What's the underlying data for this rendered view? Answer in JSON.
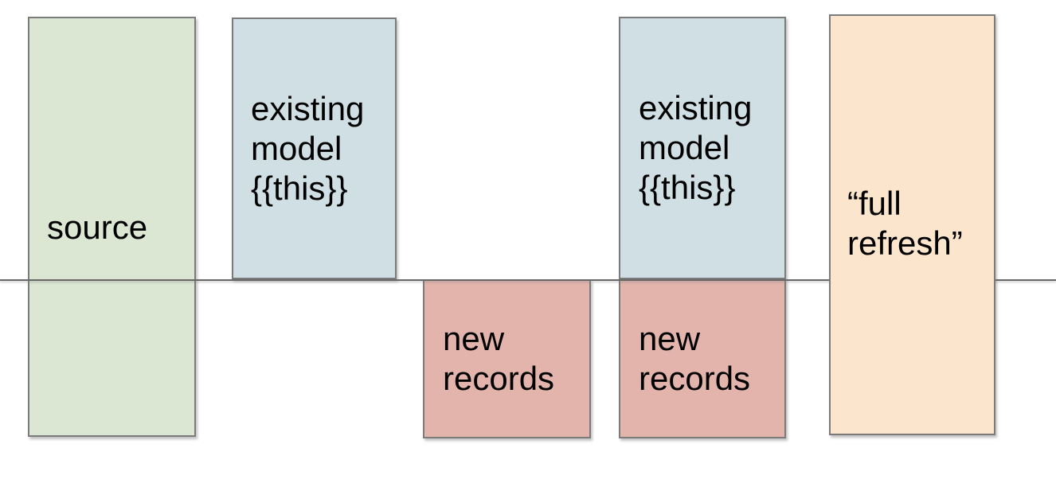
{
  "diagram": {
    "background": "#ffffff",
    "border_color": "#7b7b7b",
    "timeline": {
      "name": "existing-vs-new-records-divider",
      "color": "#686868"
    },
    "boxes": [
      {
        "id": "source",
        "label": "source",
        "fill": "#dbe7d3"
      },
      {
        "id": "existing-model-1",
        "label": "existing\nmodel\n{{this}}",
        "fill": "#d0dfe3"
      },
      {
        "id": "new-records-1",
        "label": "new\nrecords",
        "fill": "#e2b4ab"
      },
      {
        "id": "existing-model-2",
        "label": "existing\nmodel\n{{this}}",
        "fill": "#d0dfe3"
      },
      {
        "id": "new-records-2",
        "label": "new\nrecords",
        "fill": "#e2b4ab"
      },
      {
        "id": "full-refresh",
        "label": "“full\nrefresh”",
        "fill": "#fbe5cc"
      }
    ]
  }
}
